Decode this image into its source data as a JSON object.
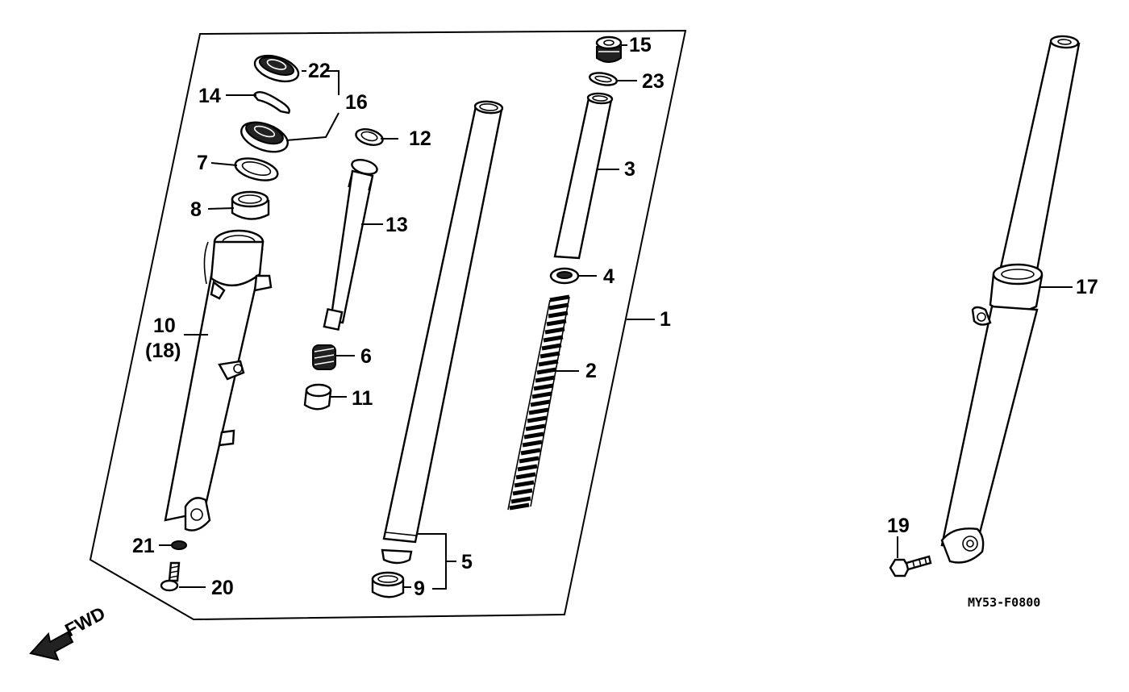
{
  "diagram": {
    "labels": {
      "p1": "1",
      "p2": "2",
      "p3": "3",
      "p4": "4",
      "p5": "5",
      "p6": "6",
      "p7": "7",
      "p8": "8",
      "p9": "9",
      "p10": "10",
      "p10b": "(18)",
      "p11": "11",
      "p12": "12",
      "p13": "13",
      "p14": "14",
      "p15": "15",
      "p16": "16",
      "p17": "17",
      "p19": "19",
      "p20": "20",
      "p21": "21",
      "p22": "22",
      "p23": "23"
    },
    "direction_label": "FWD",
    "diagram_code": "MY53-F0800"
  }
}
